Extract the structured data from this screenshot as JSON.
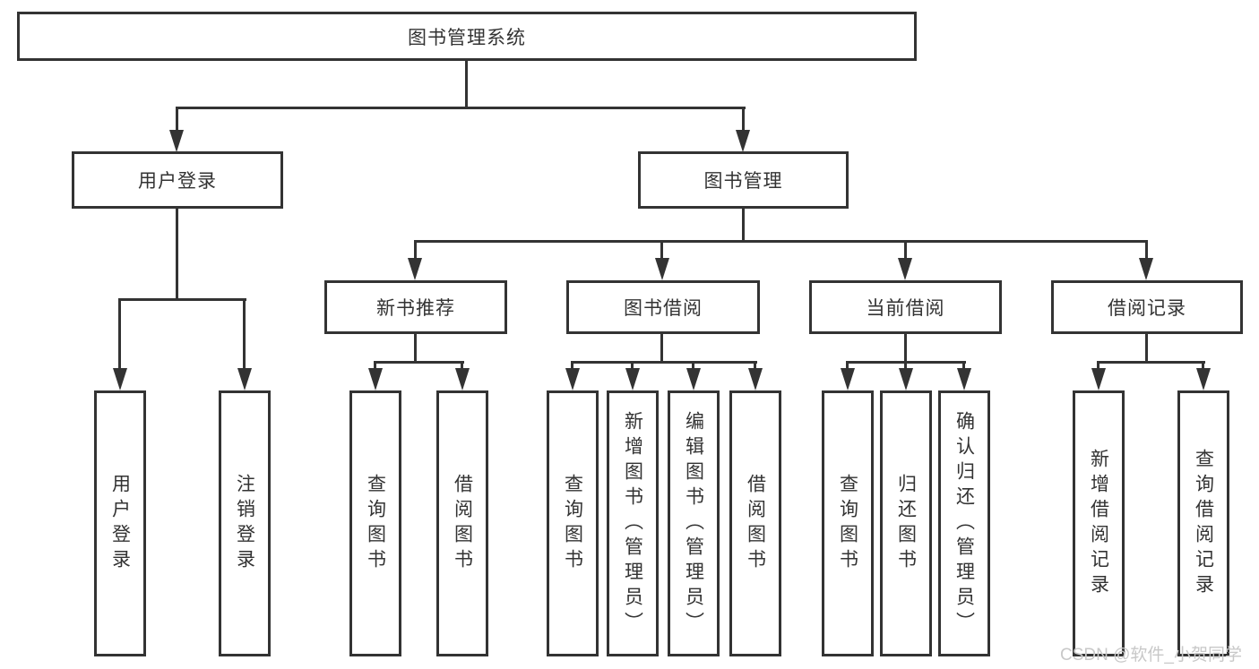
{
  "colors": {
    "line": "#333333",
    "text": "#333333",
    "watermark": "#c8c8c8",
    "background": "#ffffff"
  },
  "tree": {
    "root": {
      "label": "图书管理系统",
      "children": [
        {
          "label": "用户登录",
          "children": [
            {
              "label": "用户登录"
            },
            {
              "label": "注销登录"
            }
          ]
        },
        {
          "label": "图书管理",
          "children": [
            {
              "label": "新书推荐",
              "children": [
                {
                  "label": "查询图书"
                },
                {
                  "label": "借阅图书"
                }
              ]
            },
            {
              "label": "图书借阅",
              "children": [
                {
                  "label": "查询图书"
                },
                {
                  "label": "新增图书（管理员）"
                },
                {
                  "label": "编辑图书（管理员）"
                },
                {
                  "label": "借阅图书"
                }
              ]
            },
            {
              "label": "当前借阅",
              "children": [
                {
                  "label": "查询图书"
                },
                {
                  "label": "归还图书"
                },
                {
                  "label": "确认归还（管理员）"
                }
              ]
            },
            {
              "label": "借阅记录",
              "children": [
                {
                  "label": "新增借阅记录"
                },
                {
                  "label": "查询借阅记录"
                }
              ]
            }
          ]
        }
      ]
    }
  },
  "watermark": {
    "text": "CSDN @软件_小贺同学"
  }
}
